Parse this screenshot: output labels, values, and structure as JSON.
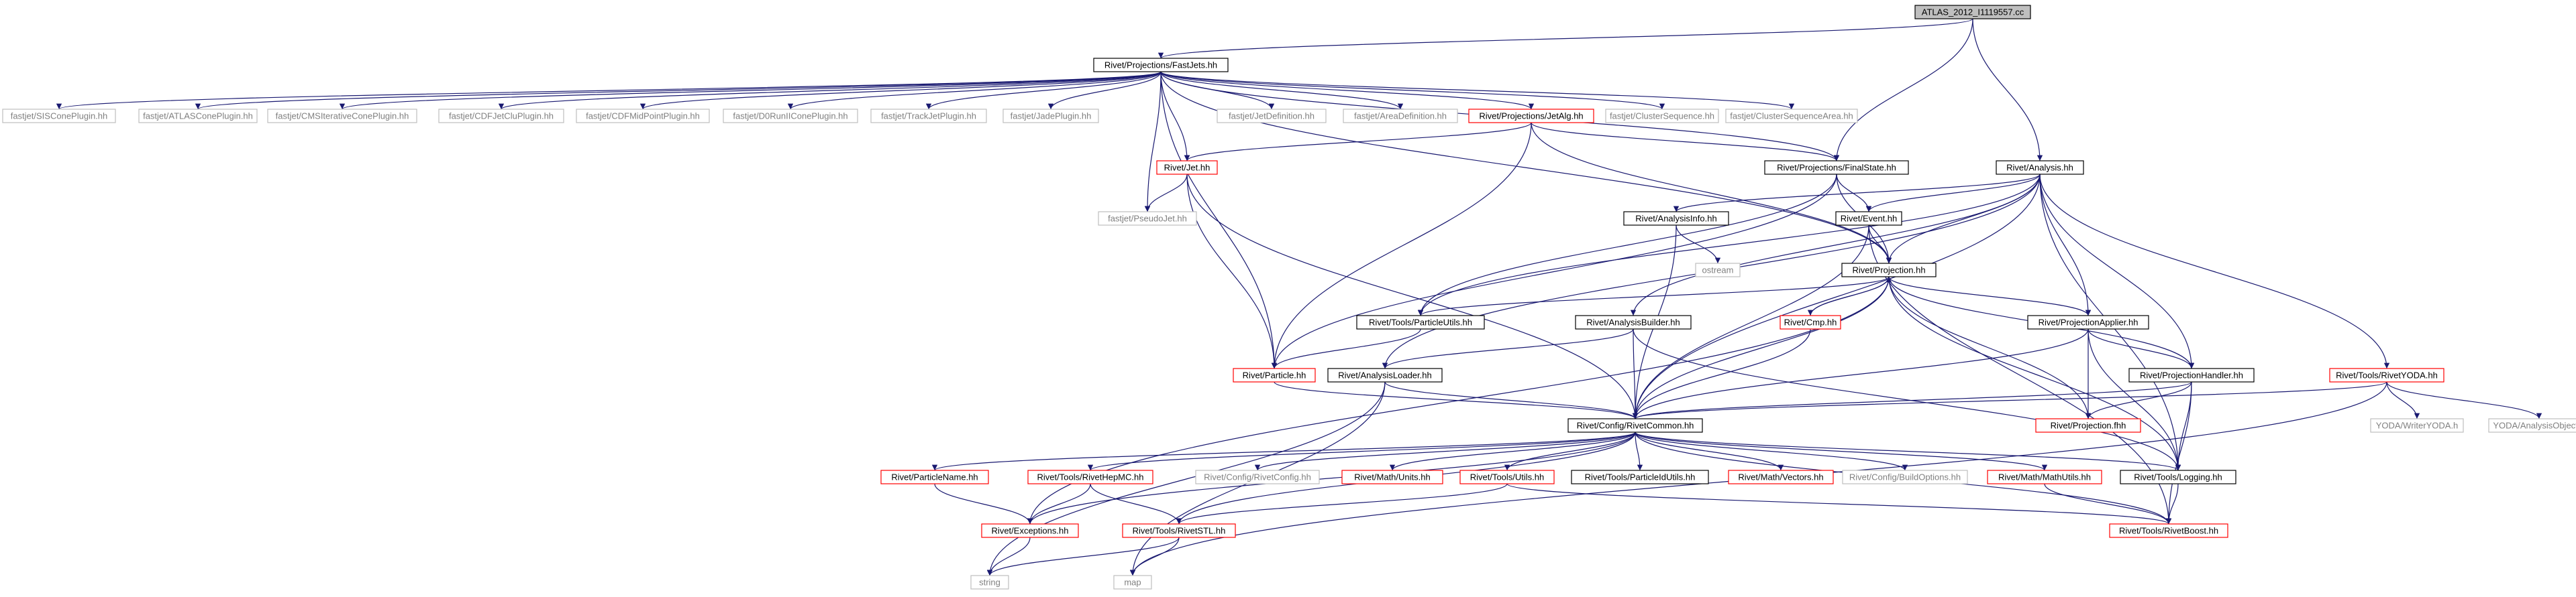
{
  "colors": {
    "edge": "#191970",
    "border_default": "#000000",
    "border_red": "#ff0000",
    "border_gray": "#bfbfbf",
    "fill_root": "#bfbfbf",
    "fill_default": "#ffffff",
    "text_default": "#000000",
    "text_gray": "#808080"
  },
  "nodes": {
    "root": {
      "label": "ATLAS_2012_I1119557.cc",
      "kind": "root"
    },
    "fastjets": {
      "label": "Rivet/Projections/FastJets.hh",
      "kind": "normal"
    },
    "siscone": {
      "label": "fastjet/SISConePlugin.hh",
      "kind": "gray"
    },
    "atlascone": {
      "label": "fastjet/ATLASConePlugin.hh",
      "kind": "gray"
    },
    "cmsiter": {
      "label": "fastjet/CMSIterativeConePlugin.hh",
      "kind": "gray"
    },
    "cdfjetclu": {
      "label": "fastjet/CDFJetCluPlugin.hh",
      "kind": "gray"
    },
    "cdfmid": {
      "label": "fastjet/CDFMidPointPlugin.hh",
      "kind": "gray"
    },
    "d0run2": {
      "label": "fastjet/D0RunIIConePlugin.hh",
      "kind": "gray"
    },
    "trackjet": {
      "label": "fastjet/TrackJetPlugin.hh",
      "kind": "gray"
    },
    "jade": {
      "label": "fastjet/JadePlugin.hh",
      "kind": "gray"
    },
    "jetdef": {
      "label": "fastjet/JetDefinition.hh",
      "kind": "gray"
    },
    "areadef": {
      "label": "fastjet/AreaDefinition.hh",
      "kind": "gray"
    },
    "jetalg": {
      "label": "Rivet/Projections/JetAlg.hh",
      "kind": "red"
    },
    "clusterseq": {
      "label": "fastjet/ClusterSequence.hh",
      "kind": "gray"
    },
    "clusterseqarea": {
      "label": "fastjet/ClusterSequenceArea.hh",
      "kind": "gray"
    },
    "rjet": {
      "label": "Rivet/Jet.hh",
      "kind": "red"
    },
    "pseudojet": {
      "label": "fastjet/PseudoJet.hh",
      "kind": "gray"
    },
    "finalstate": {
      "label": "Rivet/Projections/FinalState.hh",
      "kind": "normal"
    },
    "analysis": {
      "label": "Rivet/Analysis.hh",
      "kind": "normal"
    },
    "analysisinfo": {
      "label": "Rivet/AnalysisInfo.hh",
      "kind": "normal"
    },
    "event": {
      "label": "Rivet/Event.hh",
      "kind": "normal"
    },
    "ostream": {
      "label": "ostream",
      "kind": "gray"
    },
    "projection": {
      "label": "Rivet/Projection.hh",
      "kind": "normal"
    },
    "analysisbuilder": {
      "label": "Rivet/AnalysisBuilder.hh",
      "kind": "normal"
    },
    "cmp": {
      "label": "Rivet/Cmp.hh",
      "kind": "red"
    },
    "particleutils": {
      "label": "Rivet/Tools/ParticleUtils.hh",
      "kind": "normal"
    },
    "projapplier": {
      "label": "Rivet/ProjectionApplier.hh",
      "kind": "normal"
    },
    "particle": {
      "label": "Rivet/Particle.hh",
      "kind": "red"
    },
    "analysisloader": {
      "label": "Rivet/AnalysisLoader.hh",
      "kind": "normal"
    },
    "projhandler": {
      "label": "Rivet/ProjectionHandler.hh",
      "kind": "normal"
    },
    "rivetyoda": {
      "label": "Rivet/Tools/RivetYODA.hh",
      "kind": "red"
    },
    "projfhh": {
      "label": "Rivet/Projection.fhh",
      "kind": "red"
    },
    "rivetcommon": {
      "label": "Rivet/Config/RivetCommon.hh",
      "kind": "normal"
    },
    "writeryoda": {
      "label": "YODA/WriterYODA.h",
      "kind": "gray"
    },
    "analysisobject": {
      "label": "YODA/AnalysisObject.h",
      "kind": "gray"
    },
    "particlename": {
      "label": "Rivet/ParticleName.hh",
      "kind": "red"
    },
    "rivethepmc": {
      "label": "Rivet/Tools/RivetHepMC.hh",
      "kind": "red"
    },
    "rivetconfig": {
      "label": "Rivet/Config/RivetConfig.hh",
      "kind": "gray"
    },
    "units": {
      "label": "Rivet/Math/Units.hh",
      "kind": "red"
    },
    "utils": {
      "label": "Rivet/Tools/Utils.hh",
      "kind": "red"
    },
    "particleidutils": {
      "label": "Rivet/Tools/ParticleIdUtils.hh",
      "kind": "normal"
    },
    "vectors": {
      "label": "Rivet/Math/Vectors.hh",
      "kind": "red"
    },
    "buildoptions": {
      "label": "Rivet/Config/BuildOptions.hh",
      "kind": "gray"
    },
    "mathutils": {
      "label": "Rivet/Math/MathUtils.hh",
      "kind": "red"
    },
    "logging": {
      "label": "Rivet/Tools/Logging.hh",
      "kind": "normal"
    },
    "exceptions": {
      "label": "Rivet/Exceptions.hh",
      "kind": "red"
    },
    "rivetstl": {
      "label": "Rivet/Tools/RivetSTL.hh",
      "kind": "red"
    },
    "rivetboost": {
      "label": "Rivet/Tools/RivetBoost.hh",
      "kind": "red"
    },
    "string": {
      "label": "string",
      "kind": "gray"
    },
    "map": {
      "label": "map",
      "kind": "gray"
    }
  },
  "edges": [
    [
      "root",
      "fastjets"
    ],
    [
      "root",
      "finalstate"
    ],
    [
      "root",
      "analysis"
    ],
    [
      "fastjets",
      "siscone"
    ],
    [
      "fastjets",
      "atlascone"
    ],
    [
      "fastjets",
      "cmsiter"
    ],
    [
      "fastjets",
      "cdfjetclu"
    ],
    [
      "fastjets",
      "cdfmid"
    ],
    [
      "fastjets",
      "d0run2"
    ],
    [
      "fastjets",
      "trackjet"
    ],
    [
      "fastjets",
      "jade"
    ],
    [
      "fastjets",
      "jetdef"
    ],
    [
      "fastjets",
      "areadef"
    ],
    [
      "fastjets",
      "jetalg"
    ],
    [
      "fastjets",
      "clusterseq"
    ],
    [
      "fastjets",
      "clusterseqarea"
    ],
    [
      "fastjets",
      "rjet"
    ],
    [
      "fastjets",
      "pseudojet"
    ],
    [
      "fastjets",
      "finalstate"
    ],
    [
      "fastjets",
      "particle"
    ],
    [
      "fastjets",
      "projection"
    ],
    [
      "jetalg",
      "rjet"
    ],
    [
      "jetalg",
      "finalstate"
    ],
    [
      "jetalg",
      "particle"
    ],
    [
      "jetalg",
      "projection"
    ],
    [
      "rjet",
      "pseudojet"
    ],
    [
      "rjet",
      "particle"
    ],
    [
      "rjet",
      "rivetcommon"
    ],
    [
      "finalstate",
      "event"
    ],
    [
      "finalstate",
      "projection"
    ],
    [
      "finalstate",
      "particle"
    ],
    [
      "finalstate",
      "particleutils"
    ],
    [
      "analysis",
      "analysisinfo"
    ],
    [
      "analysis",
      "event"
    ],
    [
      "analysis",
      "projection"
    ],
    [
      "analysis",
      "analysisbuilder"
    ],
    [
      "analysis",
      "analysisloader"
    ],
    [
      "analysis",
      "projapplier"
    ],
    [
      "analysis",
      "projhandler"
    ],
    [
      "analysis",
      "rivetyoda"
    ],
    [
      "analysis",
      "rivetcommon"
    ],
    [
      "analysis",
      "logging"
    ],
    [
      "analysis",
      "particleutils"
    ],
    [
      "analysisinfo",
      "ostream"
    ],
    [
      "analysisinfo",
      "rivetcommon"
    ],
    [
      "event",
      "projection"
    ],
    [
      "event",
      "rivetcommon"
    ],
    [
      "event",
      "rivetboost"
    ],
    [
      "projection",
      "cmp"
    ],
    [
      "projection",
      "particleutils"
    ],
    [
      "projection",
      "projapplier"
    ],
    [
      "projection",
      "projhandler"
    ],
    [
      "projection",
      "projfhh"
    ],
    [
      "projection",
      "rivetcommon"
    ],
    [
      "projection",
      "logging"
    ],
    [
      "projection",
      "exceptions"
    ],
    [
      "cmp",
      "projection"
    ],
    [
      "cmp",
      "rivetcommon"
    ],
    [
      "analysisbuilder",
      "analysisloader"
    ],
    [
      "analysisbuilder",
      "rivetcommon"
    ],
    [
      "analysisbuilder",
      "logging"
    ],
    [
      "particleutils",
      "particle"
    ],
    [
      "projapplier",
      "rivetcommon"
    ],
    [
      "projapplier",
      "projfhh"
    ],
    [
      "projapplier",
      "projhandler"
    ],
    [
      "projapplier",
      "logging"
    ],
    [
      "particle",
      "rivetcommon"
    ],
    [
      "analysisloader",
      "rivetcommon"
    ],
    [
      "analysisloader",
      "string"
    ],
    [
      "analysisloader",
      "map"
    ],
    [
      "projhandler",
      "rivetcommon"
    ],
    [
      "projhandler",
      "projfhh"
    ],
    [
      "projhandler",
      "logging"
    ],
    [
      "projhandler",
      "rivetboost"
    ],
    [
      "rivetyoda",
      "rivetcommon"
    ],
    [
      "rivetyoda",
      "writeryoda"
    ],
    [
      "rivetyoda",
      "analysisobject"
    ],
    [
      "rivetyoda",
      "map"
    ],
    [
      "rivetcommon",
      "particlename"
    ],
    [
      "rivetcommon",
      "rivethepmc"
    ],
    [
      "rivetcommon",
      "rivetconfig"
    ],
    [
      "rivetcommon",
      "units"
    ],
    [
      "rivetcommon",
      "utils"
    ],
    [
      "rivetcommon",
      "particleidutils"
    ],
    [
      "rivetcommon",
      "vectors"
    ],
    [
      "rivetcommon",
      "buildoptions"
    ],
    [
      "rivetcommon",
      "mathutils"
    ],
    [
      "rivetcommon",
      "logging"
    ],
    [
      "rivetcommon",
      "exceptions"
    ],
    [
      "rivetcommon",
      "rivetstl"
    ],
    [
      "rivetcommon",
      "rivetboost"
    ],
    [
      "particlename",
      "exceptions"
    ],
    [
      "rivethepmc",
      "exceptions"
    ],
    [
      "rivethepmc",
      "rivetstl"
    ],
    [
      "utils",
      "rivetstl"
    ],
    [
      "utils",
      "rivetboost"
    ],
    [
      "mathutils",
      "rivetboost"
    ],
    [
      "exceptions",
      "string"
    ],
    [
      "rivetstl",
      "string"
    ],
    [
      "rivetstl",
      "map"
    ],
    [
      "logging",
      "rivetboost"
    ]
  ]
}
